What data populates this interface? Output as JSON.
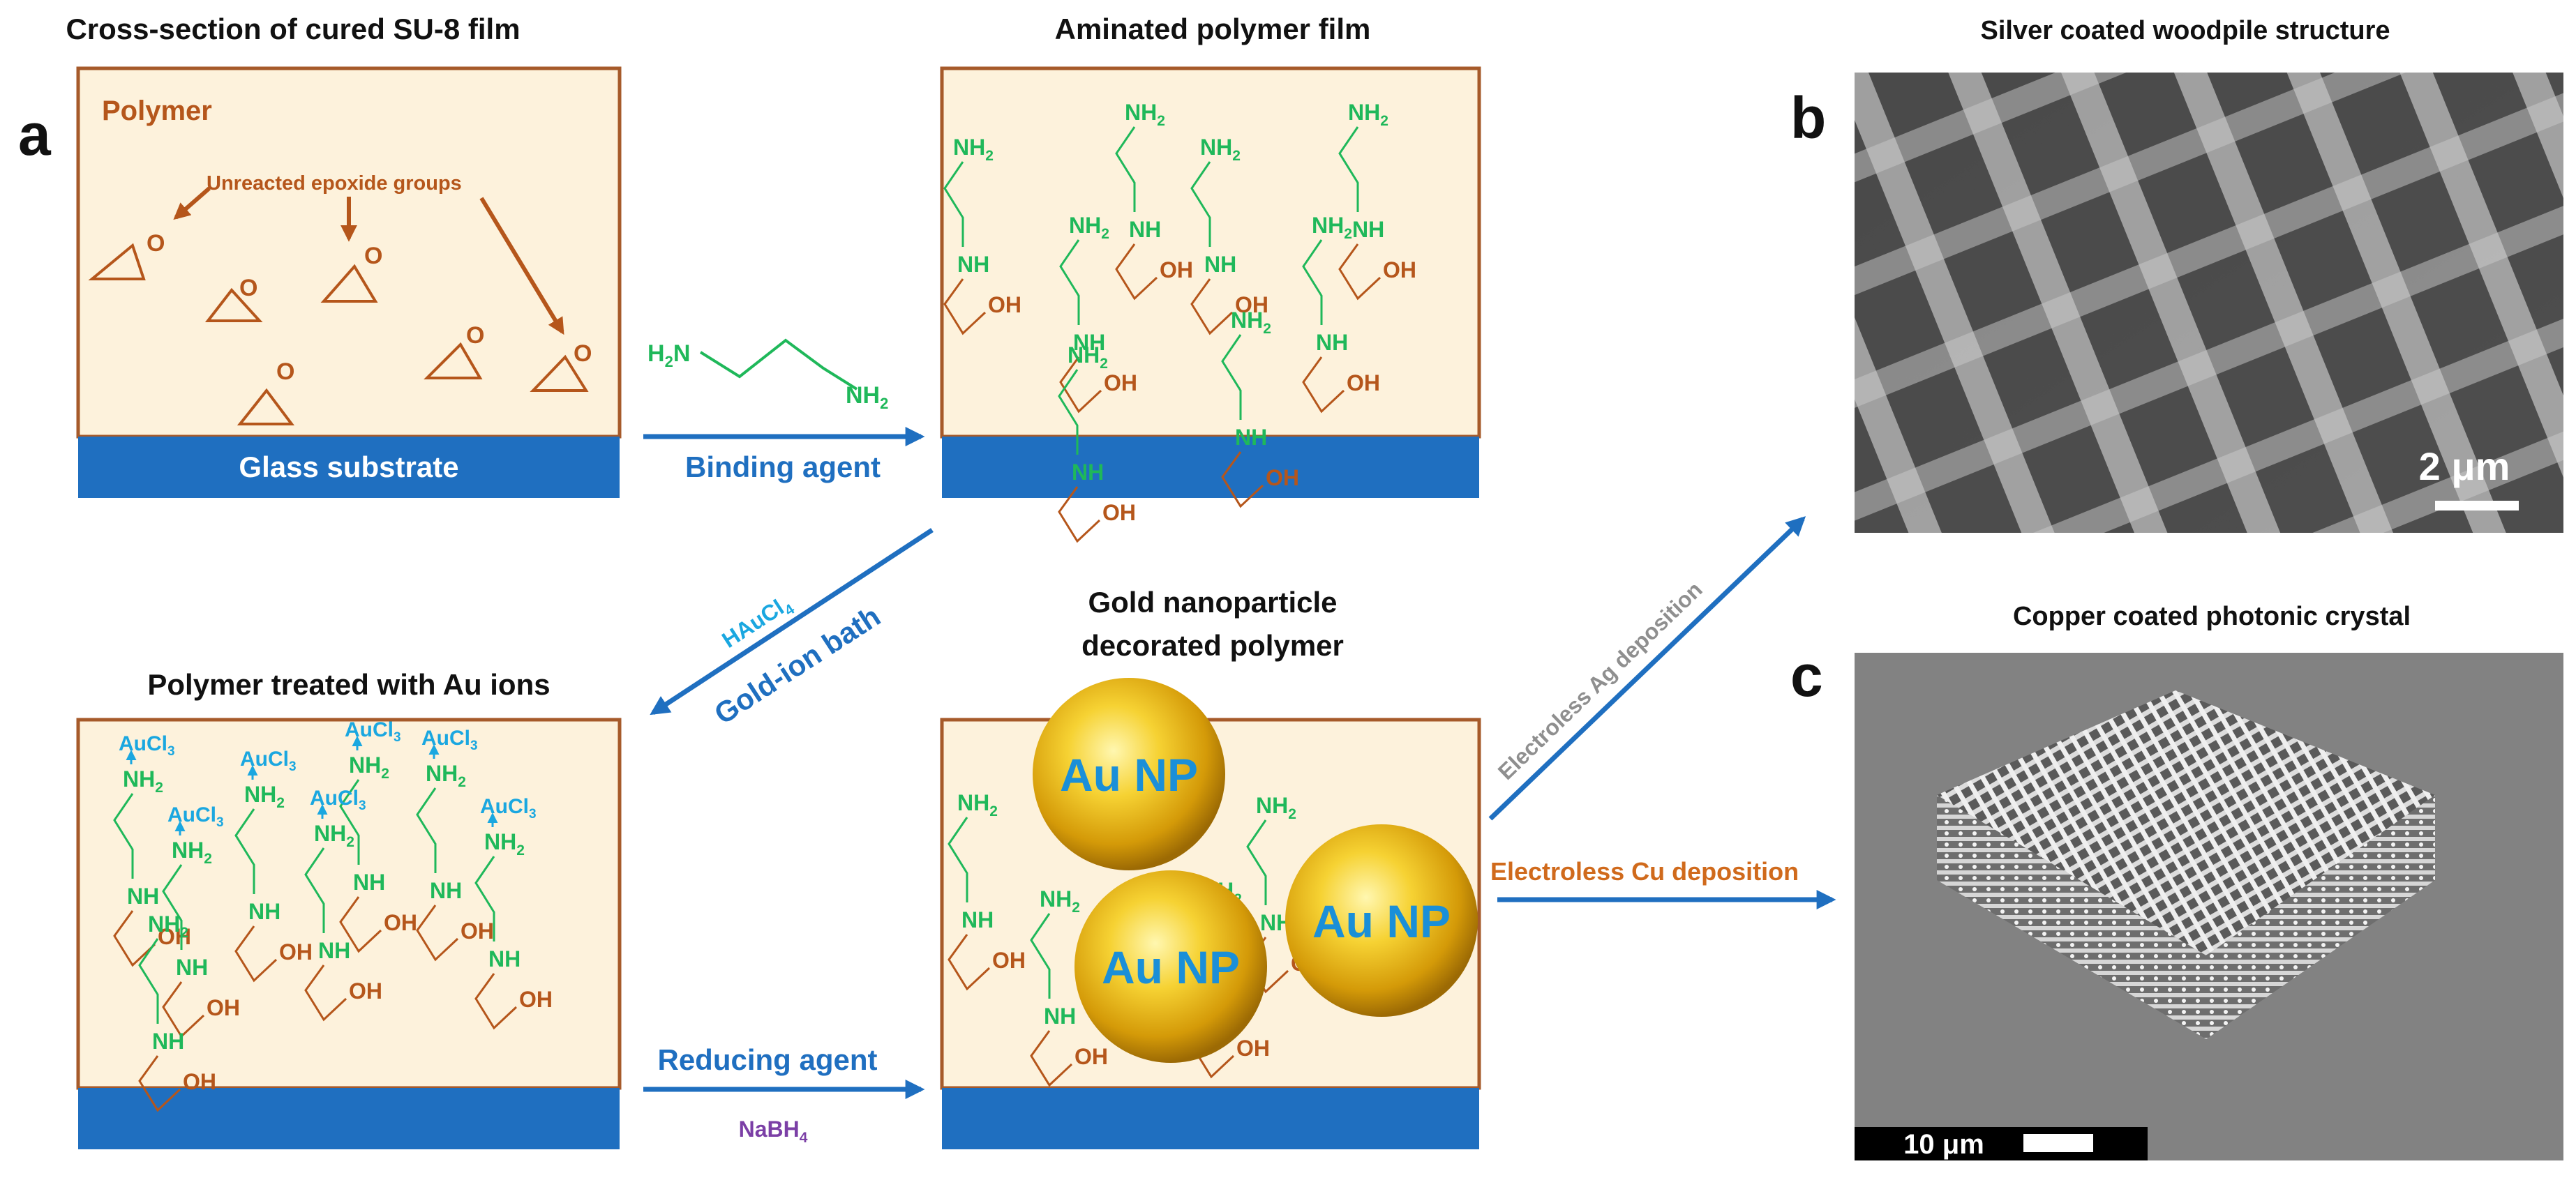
{
  "panels": {
    "a": {
      "label": "a",
      "box1": {
        "title": "Cross-section of cured SU-8 film",
        "polymer_label": "Polymer",
        "epoxide_label": "Unreacted epoxide groups",
        "epoxide_atom": "O",
        "substrate": "Glass substrate"
      },
      "box2": {
        "title": "Aminated polymer film"
      },
      "box3": {
        "title": "Polymer treated with Au ions"
      },
      "box4": {
        "title_line1": "Gold nanoparticle",
        "title_line2": "decorated polymer",
        "np_label": "Au NP"
      }
    },
    "b": {
      "label": "b",
      "title": "Silver coated woodpile structure",
      "scale": "2 μm"
    },
    "c": {
      "label": "c",
      "title": "Copper coated photonic crystal",
      "scale": "10 μm"
    }
  },
  "chem": {
    "amine_end": "NH",
    "amine_end_sub": "2",
    "amine_mid": "NH",
    "hydroxyl": "OH",
    "aucl": "AuCl",
    "aucl_sub": "3",
    "h2n_left_main": "H",
    "h2n_left_sub": "2",
    "h2n_left_end": "N",
    "h2n_right_main": "NH",
    "h2n_right_sub": "2"
  },
  "arrows": {
    "binding": "Binding agent",
    "reducing": "Reducing agent",
    "nabh4_main": "NaBH",
    "nabh4_sub": "4",
    "gold_bath": "Gold-ion bath",
    "haucl4_main": "HAuCl",
    "haucl4_sub": "4",
    "electroless_ag": "Electroless Ag deposition",
    "electroless_cu": "Electroless Cu deposition"
  },
  "colors": {
    "box_border": "#a65a2a",
    "box_fill": "#fdf2dc",
    "substrate": "#1f6fc0",
    "arrow": "#1f6fc0",
    "chem_green": "#1fb85a",
    "chem_brown": "#b5561b",
    "chem_cyan": "#1aa7e0",
    "nanoparticle": "#e9b20c"
  }
}
